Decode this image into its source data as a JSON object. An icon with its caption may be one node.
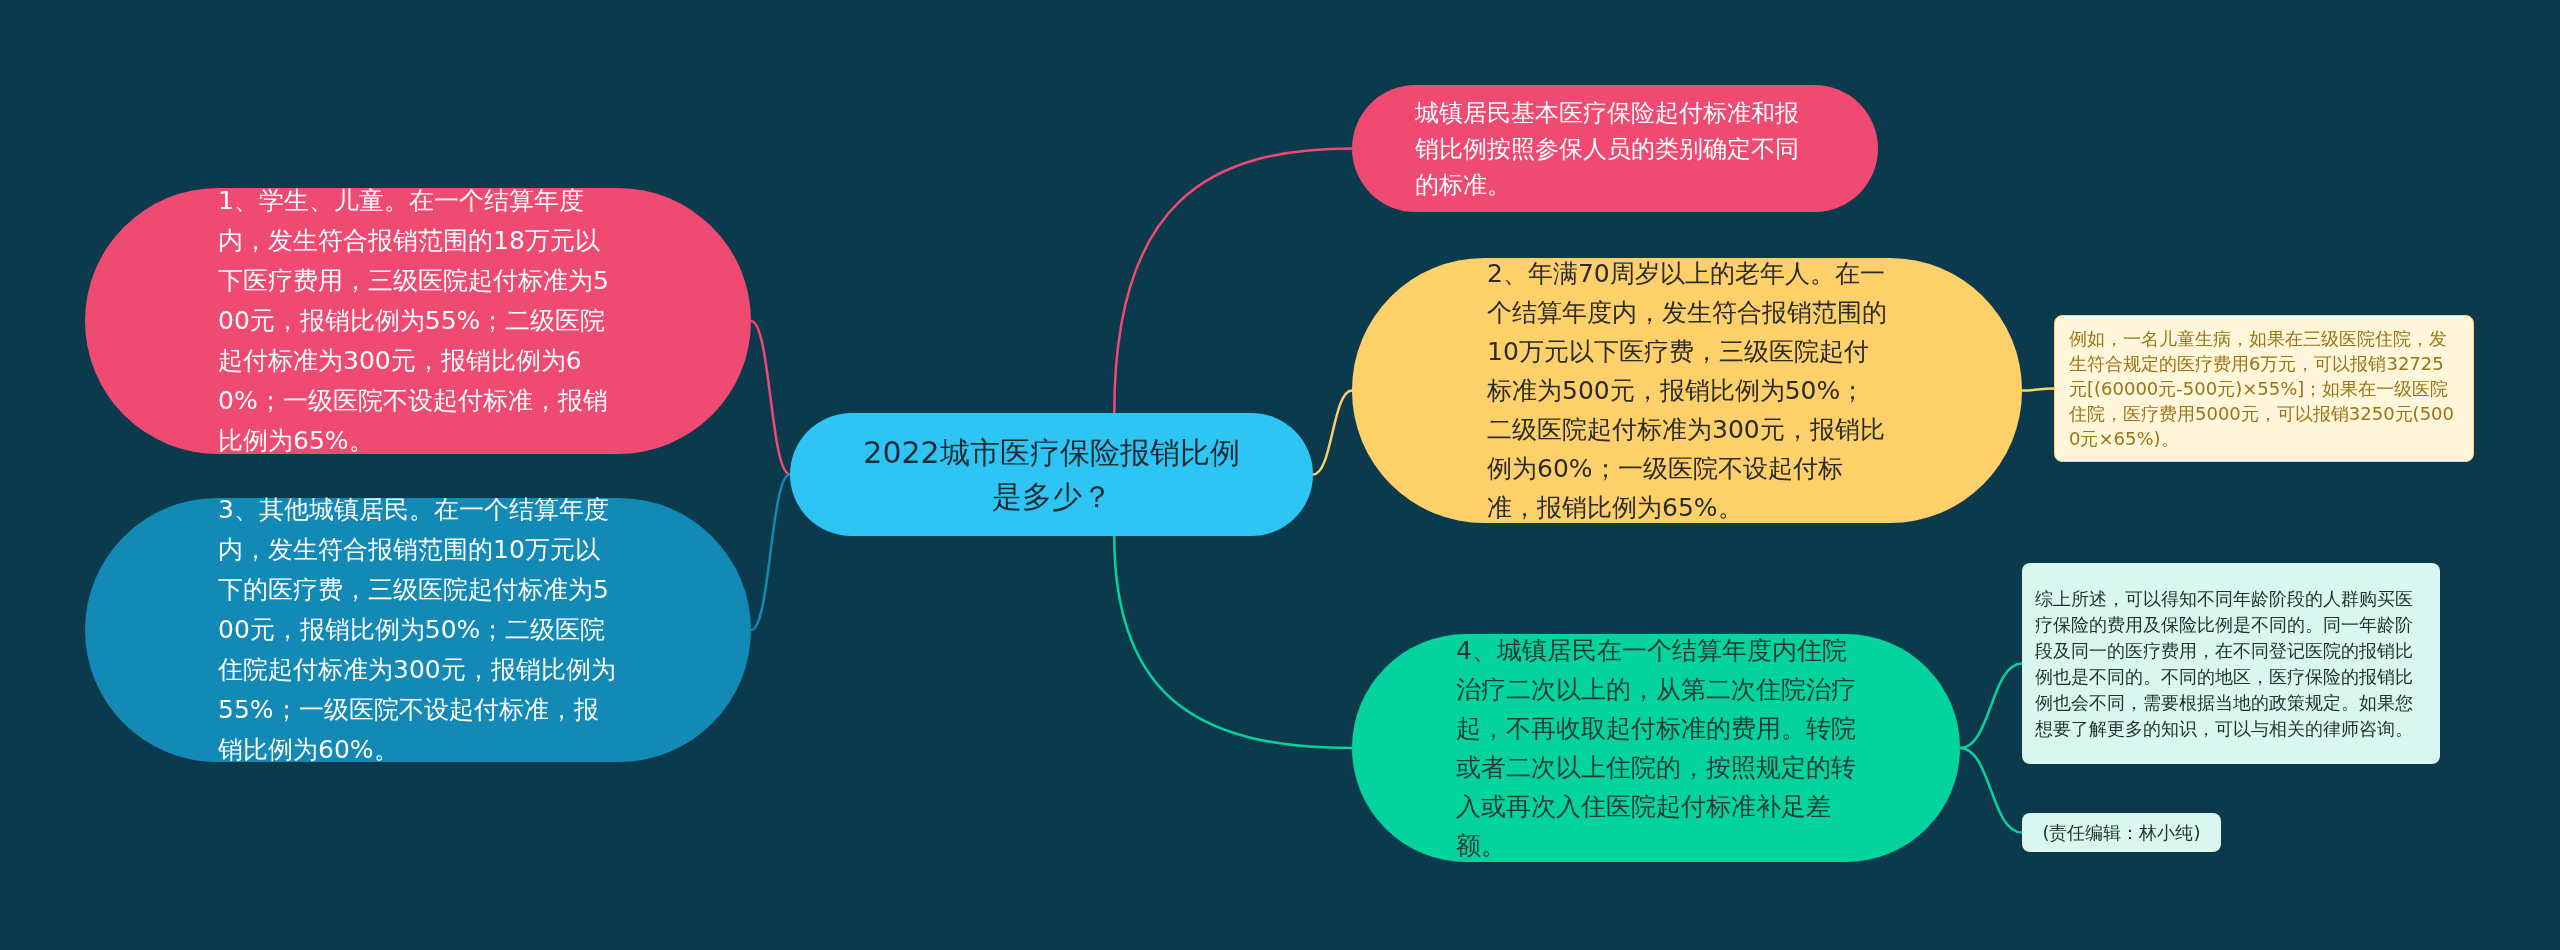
{
  "diagram": {
    "nodes": [
      {
        "text": [
          "2022城市医疗保险报销比例是多少？"
        ]
      },
      {
        "text": [
          "城镇居民基本医疗保险起付标准和报销比例按照参保人员的类别确定不同的标准。"
        ]
      },
      {
        "text": [
          "1、学生、儿童。在一个结算年度内，发生符合报销范围的18万元以下医疗费用，三级医院起付标准为500元，报销比例为55%；二级医院起付标准为300元，报销比例为60%；一级医院不设起付标准，报销比例为65%。"
        ]
      },
      {
        "text": [
          "2、年满70周岁以上的老年人。在一个结算年度内，发生符合报销范围的10万元以下医疗费，三级医院起付标准为500元，报销比例为50%；二级医院起付标准为300元，报销比例为60%；一级医院不设起付标准，报销比例为65%。"
        ]
      },
      {
        "text": [
          "例如，一名儿童生病，如果在三级医院住院，发生符合规定的医疗费用6万元，可以报销32725元[(60000元-500元)×55%]；如果在一级医院住院，医疗费用5000元，可以报销3250元(5000元×65%)。"
        ]
      },
      {
        "text": [
          "3、其他城镇居民。在一个结算年度内，发生符合报销范围的10万元以下的医疗费，三级医院起付标准为500元，报销比例为50%；二级医院住院起付标准为300元，报销比例为55%；一级医院不设起付标准，报销比例为60%。"
        ]
      },
      {
        "text": [
          "4、城镇居民在一个结算年度内住院治疗二次以上的，从第二次住院治疗起，不再收取起付标准的费用。转院或者二次以上住院的，按照规定的转入或再次入住医院起付标准补足差额。"
        ]
      },
      {
        "text": [
          "综上所述，可以得知不同年龄阶段的人群购买医疗保险的费用及保险比例是不同的。同一年龄阶段及同一的医疗费用，在不同登记医院的报销比例也是不同的。不同的地区，医疗保险的报销比例也会不同，需要根据当地的政策规定。如果您想要了解更多的知识，可以与相关的律师咨询。"
        ]
      },
      {
        "text": [
          "(责任编辑：林小纯)"
        ]
      }
    ],
    "edges": [
      {
        "from": 0,
        "to": 1,
        "arrow": "none",
        "color": "#ef4a72"
      },
      {
        "from": 0,
        "to": 2,
        "arrow": "none",
        "color": "#ef4a72"
      },
      {
        "from": 0,
        "to": 3,
        "arrow": "none",
        "color": "#fdd06a"
      },
      {
        "from": 3,
        "to": 4,
        "arrow": "none",
        "color": "#fdd06a"
      },
      {
        "from": 0,
        "to": 5,
        "arrow": "none",
        "color": "#1389b5"
      },
      {
        "from": 0,
        "to": 6,
        "arrow": "none",
        "color": "#05d39d"
      },
      {
        "from": 6,
        "to": 7,
        "arrow": "none",
        "color": "#05d39d"
      },
      {
        "from": 6,
        "to": 8,
        "arrow": "none",
        "color": "#05d39d"
      }
    ]
  }
}
